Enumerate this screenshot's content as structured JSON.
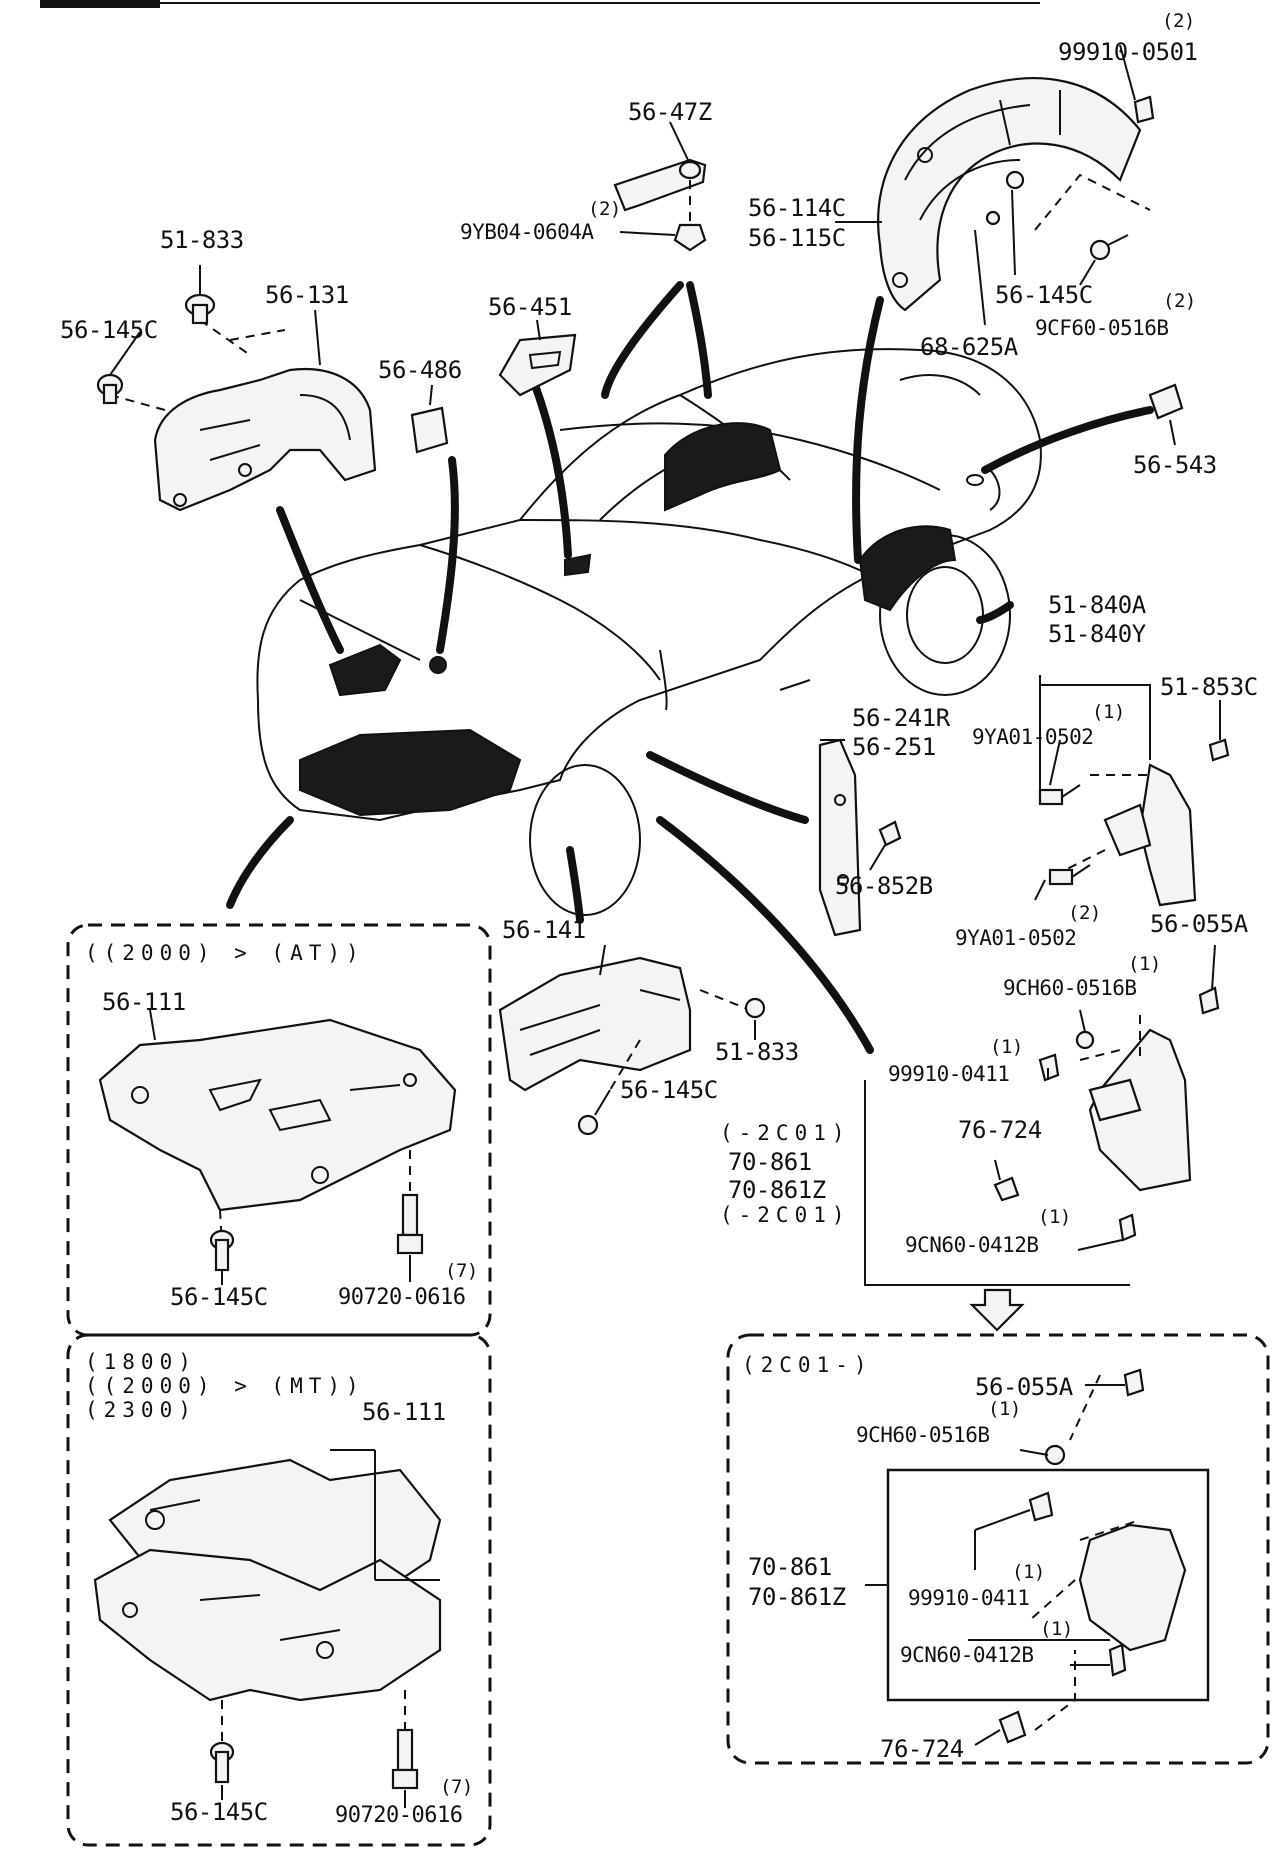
{
  "callouts": {
    "p_99910_0501": {
      "code": "99910-0501",
      "qty": "(2)"
    },
    "p_56_47Z": {
      "code": "56-47Z"
    },
    "p_9YB04": {
      "code": "9YB04-0604A",
      "qty": "(2)"
    },
    "p_56_114C": {
      "code": "56-114C"
    },
    "p_56_115C": {
      "code": "56-115C"
    },
    "p_51_833_top": {
      "code": "51-833"
    },
    "p_56_131": {
      "code": "56-131"
    },
    "p_56_451": {
      "code": "56-451"
    },
    "p_56_145C_tl": {
      "code": "56-145C"
    },
    "p_56_145C_tr": {
      "code": "56-145C"
    },
    "p_9CF60": {
      "code": "9CF60-0516B",
      "qty": "(2)"
    },
    "p_68_625A": {
      "code": "68-625A"
    },
    "p_56_486": {
      "code": "56-486"
    },
    "p_56_543": {
      "code": "56-543"
    },
    "p_51_840A": {
      "code": "51-840A"
    },
    "p_51_840Y": {
      "code": "51-840Y"
    },
    "p_51_853C": {
      "code": "51-853C"
    },
    "p_9YA01_a": {
      "code": "9YA01-0502",
      "qty": "(1)"
    },
    "p_56_241R": {
      "code": "56-241R"
    },
    "p_56_251": {
      "code": "56-251"
    },
    "p_56_852B": {
      "code": "56-852B"
    },
    "p_9YA01_b": {
      "code": "9YA01-0502",
      "qty": "(2)"
    },
    "p_56_055A": {
      "code": "56-055A"
    },
    "p_9CH60_a": {
      "code": "9CH60-0516B",
      "qty": "(1)"
    },
    "p_56_141": {
      "code": "56-141"
    },
    "p_51_833_mid": {
      "code": "51-833"
    },
    "p_99910_0411_a": {
      "code": "99910-0411",
      "qty": "(1)"
    },
    "p_56_145C_mid": {
      "code": "56-145C"
    },
    "p_76_724_a": {
      "code": "76-724"
    },
    "p_70_861_a": {
      "code": "70-861"
    },
    "p_70_861Z_a": {
      "code": "70-861Z"
    },
    "p_9CN60_a": {
      "code": "9CN60-0412B",
      "qty": "(1)"
    },
    "p_56_111_a": {
      "code": "56-111"
    },
    "p_56_145C_a": {
      "code": "56-145C"
    },
    "p_90720_a": {
      "code": "90720-0616",
      "qty": "(7)"
    },
    "p_56_111_b": {
      "code": "56-111"
    },
    "p_56_145C_b": {
      "code": "56-145C"
    },
    "p_90720_b": {
      "code": "90720-0616",
      "qty": "(7)"
    },
    "p_56_055A_b": {
      "code": "56-055A"
    },
    "p_9CH60_b": {
      "code": "9CH60-0516B",
      "qty": "(1)"
    },
    "p_70_861_b": {
      "code": "70-861"
    },
    "p_70_861Z_b": {
      "code": "70-861Z"
    },
    "p_99910_0411_b": {
      "code": "99910-0411",
      "qty": "(1)"
    },
    "p_9CN60_b": {
      "code": "9CN60-0412B",
      "qty": "(1)"
    },
    "p_76_724_b": {
      "code": "76-724"
    }
  },
  "conditions": {
    "mudflap_prev_top": "(-2C01)",
    "mudflap_prev_bottom": "(-2C01)",
    "box_at": "((2000) > (AT))",
    "box_mt_1": "(1800)",
    "box_mt_2": "((2000) > (MT))",
    "box_mt_3": "(2300)",
    "box_new": "(2C01-)"
  }
}
